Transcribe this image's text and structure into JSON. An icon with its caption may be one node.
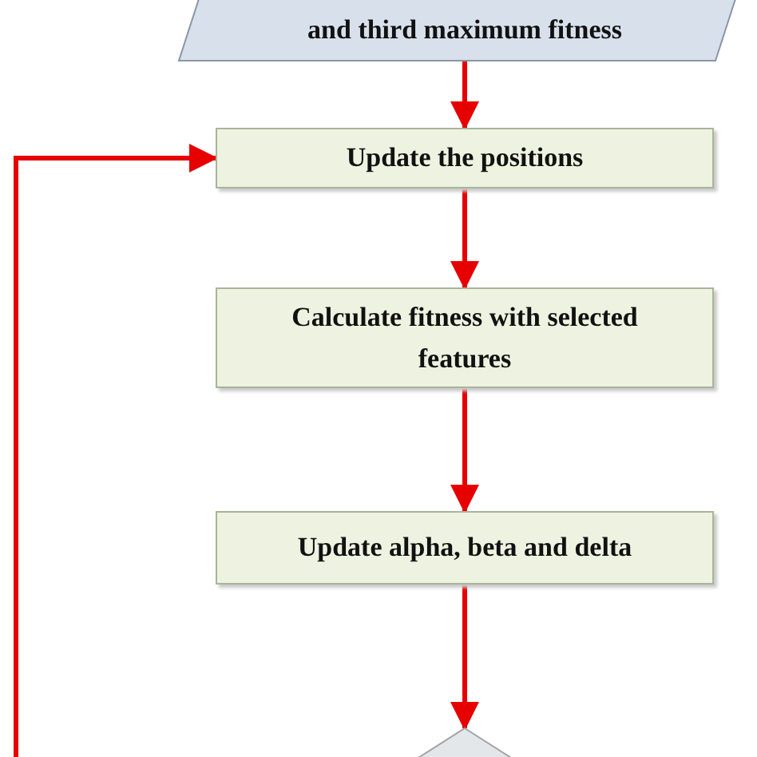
{
  "diagram": {
    "nodes": [
      {
        "text": [
          "and third maximum fitness"
        ]
      },
      {
        "text": [
          "Update the positions"
        ]
      },
      {
        "text": [
          "Calculate fitness with selected features"
        ]
      },
      {
        "text": [
          "Update alpha, beta and delta"
        ]
      },
      {
        "text": [],
        "shape": "diamond"
      }
    ],
    "edges": [
      {
        "from": 0,
        "to": 1,
        "arrow": "to"
      },
      {
        "from": 1,
        "to": 2,
        "arrow": "to"
      },
      {
        "from": 2,
        "to": 3,
        "arrow": "to"
      },
      {
        "from": 3,
        "to": 4,
        "arrow": "to"
      },
      {
        "from": null,
        "to": 1,
        "arrow": "to"
      }
    ]
  }
}
